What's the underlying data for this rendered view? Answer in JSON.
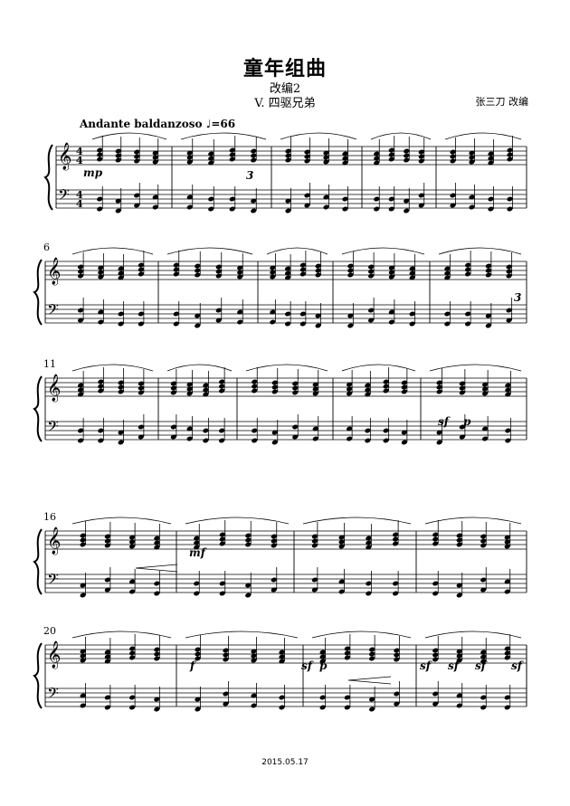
{
  "header": {
    "title": "童年组曲",
    "subtitle": "改编2",
    "movement": "V. 四驱兄弟",
    "arranger": "张三刀 改编"
  },
  "tempo": {
    "text": "Andante baldanzoso",
    "bpm": "=66"
  },
  "time_signature": [
    "4",
    "4"
  ],
  "measure_numbers": [
    "6",
    "11",
    "16",
    "20"
  ],
  "dynamics": [
    "mp",
    "sf",
    "p",
    "mf",
    "f",
    "sf",
    "p",
    "sf",
    "sf",
    "sf",
    "sf"
  ],
  "tuplet_marks": [
    "3",
    "3"
  ],
  "footer": {
    "date": "2015.05.17"
  }
}
